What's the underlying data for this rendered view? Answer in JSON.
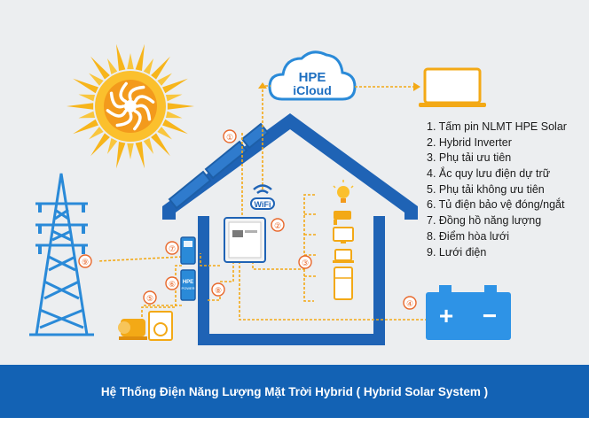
{
  "cloud": {
    "line1": "HPE",
    "line2": "iCloud"
  },
  "wifi_label": "WiFi",
  "power_box_label": {
    "line1": "HPE",
    "line2": "POWER"
  },
  "battery": {
    "plus": "+",
    "minus": "−"
  },
  "markers": [
    "①",
    "②",
    "③",
    "④",
    "⑤",
    "⑥",
    "⑦",
    "⑧",
    "⑨"
  ],
  "legend": [
    "1. Tấm pin NLMT HPE Solar",
    "2. Hybrid Inverter",
    "3. Phụ tải ưu tiên",
    "4. Ắc quy lưu điện dự trữ",
    "5. Phụ tải không ưu tiên",
    "6. Tủ điện bảo vệ đóng/ngắt",
    "7. Đồng hồ năng lượng",
    "8. Điểm hòa lưới",
    "9. Lưới điện"
  ],
  "footer_title": "Hệ Thống Điện Năng Lượng Mặt Trời Hybrid ( Hybrid Solar System )",
  "colors": {
    "house": "#1f63b5",
    "background": "#eceef0",
    "footer": "#1362b4",
    "wire": "#f3a916",
    "marker": "#e8672a",
    "battery": "#2e93e6",
    "sun": "#f7b51b"
  }
}
